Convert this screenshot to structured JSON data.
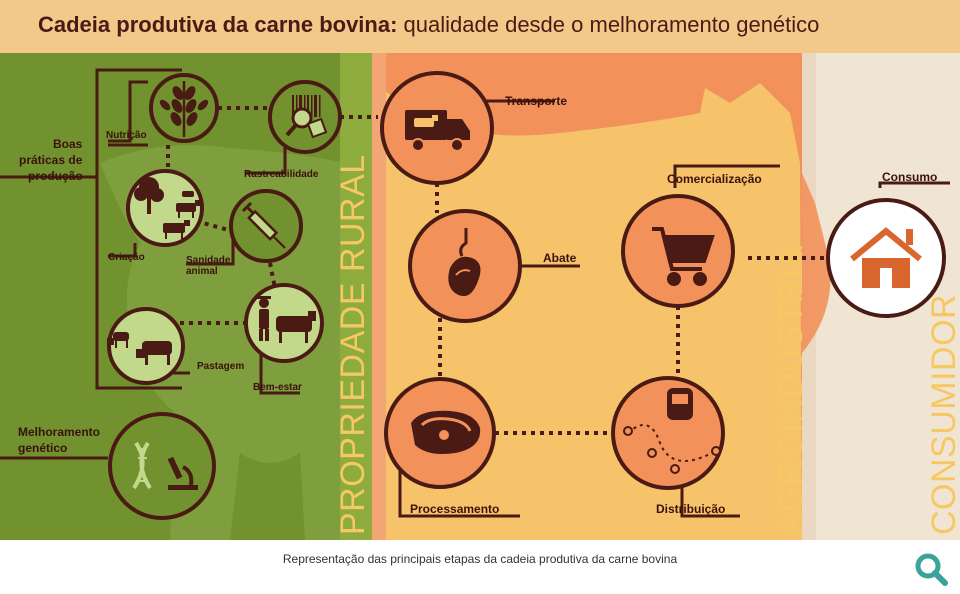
{
  "title": {
    "bold": "Cadeia produtiva da carne bovina:",
    "rest": " qualidade desde o melhoramento genético"
  },
  "caption": "Representação das principais etapas da cadeia produtiva da carne bovina",
  "sections": {
    "rural": "PROPRIEDADE RURAL",
    "agro": "AGROINDÚSTRIA",
    "consumer": "CONSUMIDOR"
  },
  "labels": {
    "boas_line1": "Boas",
    "boas_line2": "práticas de",
    "boas_line3": "produção",
    "nutricao": "Nutrição",
    "rastreabilidade": "Rastreabilidade",
    "criacao": "Criação",
    "sanidade_line1": "Sanidade",
    "sanidade_line2": "animal",
    "pastagem": "Pastagem",
    "bem_estar": "Bem-estar",
    "melhoramento_line1": "Melhoramento",
    "melhoramento_line2": "genético",
    "transporte": "Transporte",
    "abate": "Abate",
    "processamento": "Processamento",
    "comercializacao": "Comercialização",
    "distribuicao": "Distribuição",
    "consumo": "Consumo"
  },
  "icons": {
    "nutricao": "wheat-icon",
    "rastreabilidade": "barcode-magnifier-icon",
    "criacao": "cattle-tree-icon",
    "sanidade": "syringe-icon",
    "pastagem": "grazing-cattle-icon",
    "bem_estar": "farmer-cow-icon",
    "melhoramento": "dna-microscope-icon",
    "transporte": "cattle-truck-icon",
    "abate": "meat-hook-icon",
    "processamento": "steak-icon",
    "comercializacao": "shopping-cart-icon",
    "distribuicao": "delivery-route-icon",
    "consumo": "house-icon",
    "zoom": "search-icon"
  },
  "colors": {
    "rural_bg": "#71922e",
    "agro_bg": "#f7c36a",
    "agro_dark": "#f2915a",
    "consumer_bg": "#f0e4d3",
    "outline": "#4a1a14",
    "circle_fill": "#f2915a",
    "section_text": "#f6c863",
    "zoom_color": "#3aa39a"
  }
}
